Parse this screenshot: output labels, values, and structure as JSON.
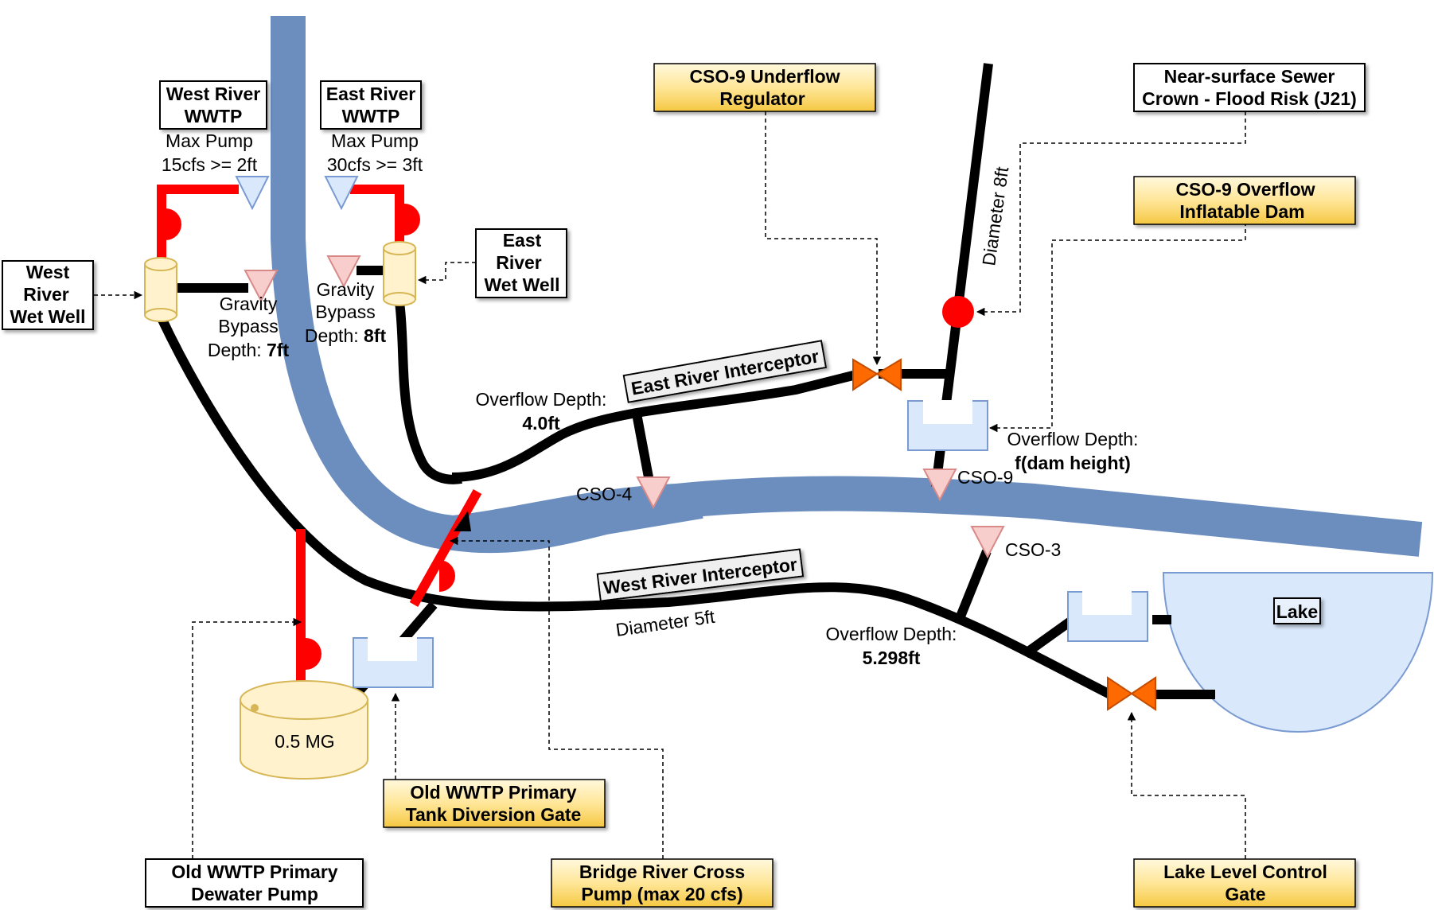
{
  "boxes": {
    "west_wwtp": [
      "West River",
      "WWTP"
    ],
    "east_wwtp": [
      "East River",
      "WWTP"
    ],
    "west_wet_well": [
      "West",
      "River",
      "Wet Well"
    ],
    "east_wet_well": [
      "East",
      "River",
      "Wet Well"
    ],
    "cso9_regulator": [
      "CSO-9 Underflow",
      "Regulator"
    ],
    "near_surface": [
      "Near-surface Sewer",
      "Crown - Flood Risk (J21)"
    ],
    "cso9_dam": [
      "CSO-9 Overflow",
      "Inflatable Dam"
    ],
    "old_tank_gate": [
      "Old WWTP Primary",
      "Tank Diversion Gate"
    ],
    "old_dewater_pump": [
      "Old WWTP Primary",
      "Dewater Pump"
    ],
    "bridge_pump": [
      "Bridge River Cross",
      "Pump (max 20 cfs)"
    ],
    "lake_gate": [
      "Lake Level Control",
      "Gate"
    ],
    "lake": "Lake",
    "east_interceptor": "East River Interceptor",
    "west_interceptor": "West River Interceptor"
  },
  "labels": {
    "west_max_pump": [
      "Max Pump",
      "15cfs >= 2ft"
    ],
    "east_max_pump": [
      "Max Pump",
      "30cfs >= 3ft"
    ],
    "west_bypass": [
      "Gravity",
      "Bypass"
    ],
    "west_bypass_depth_prefix": "Depth: ",
    "west_bypass_depth_value": "7ft",
    "east_bypass": [
      "Gravity",
      "Bypass"
    ],
    "east_bypass_depth_prefix": "Depth: ",
    "east_bypass_depth_value": "8ft",
    "diameter_8ft": "Diameter 8ft",
    "diameter_5ft": "Diameter 5ft",
    "overflow_depth_label": "Overflow Depth:",
    "overflow_cso4_value": "4.0ft",
    "overflow_cso9_value": "f(dam height)",
    "overflow_cso3_value": "5.298ft",
    "cso4": "CSO-4",
    "cso9": "CSO-9",
    "cso3": "CSO-3",
    "storage_volume": "0.5 MG"
  },
  "colors": {
    "river": "#6c8ebf",
    "pipe": "#000000",
    "force_main": "#ff0000",
    "pump": "#ff0000",
    "gate": "#ff6a00",
    "outfall_fill": "#f8cecc",
    "outfall_stroke": "#d88a89",
    "level_fill": "#dae8fc",
    "level_stroke": "#7a9bd1",
    "storage_fill": "#fff2cc",
    "storage_stroke": "#d6b656",
    "highlight_box": "#ffe699"
  }
}
